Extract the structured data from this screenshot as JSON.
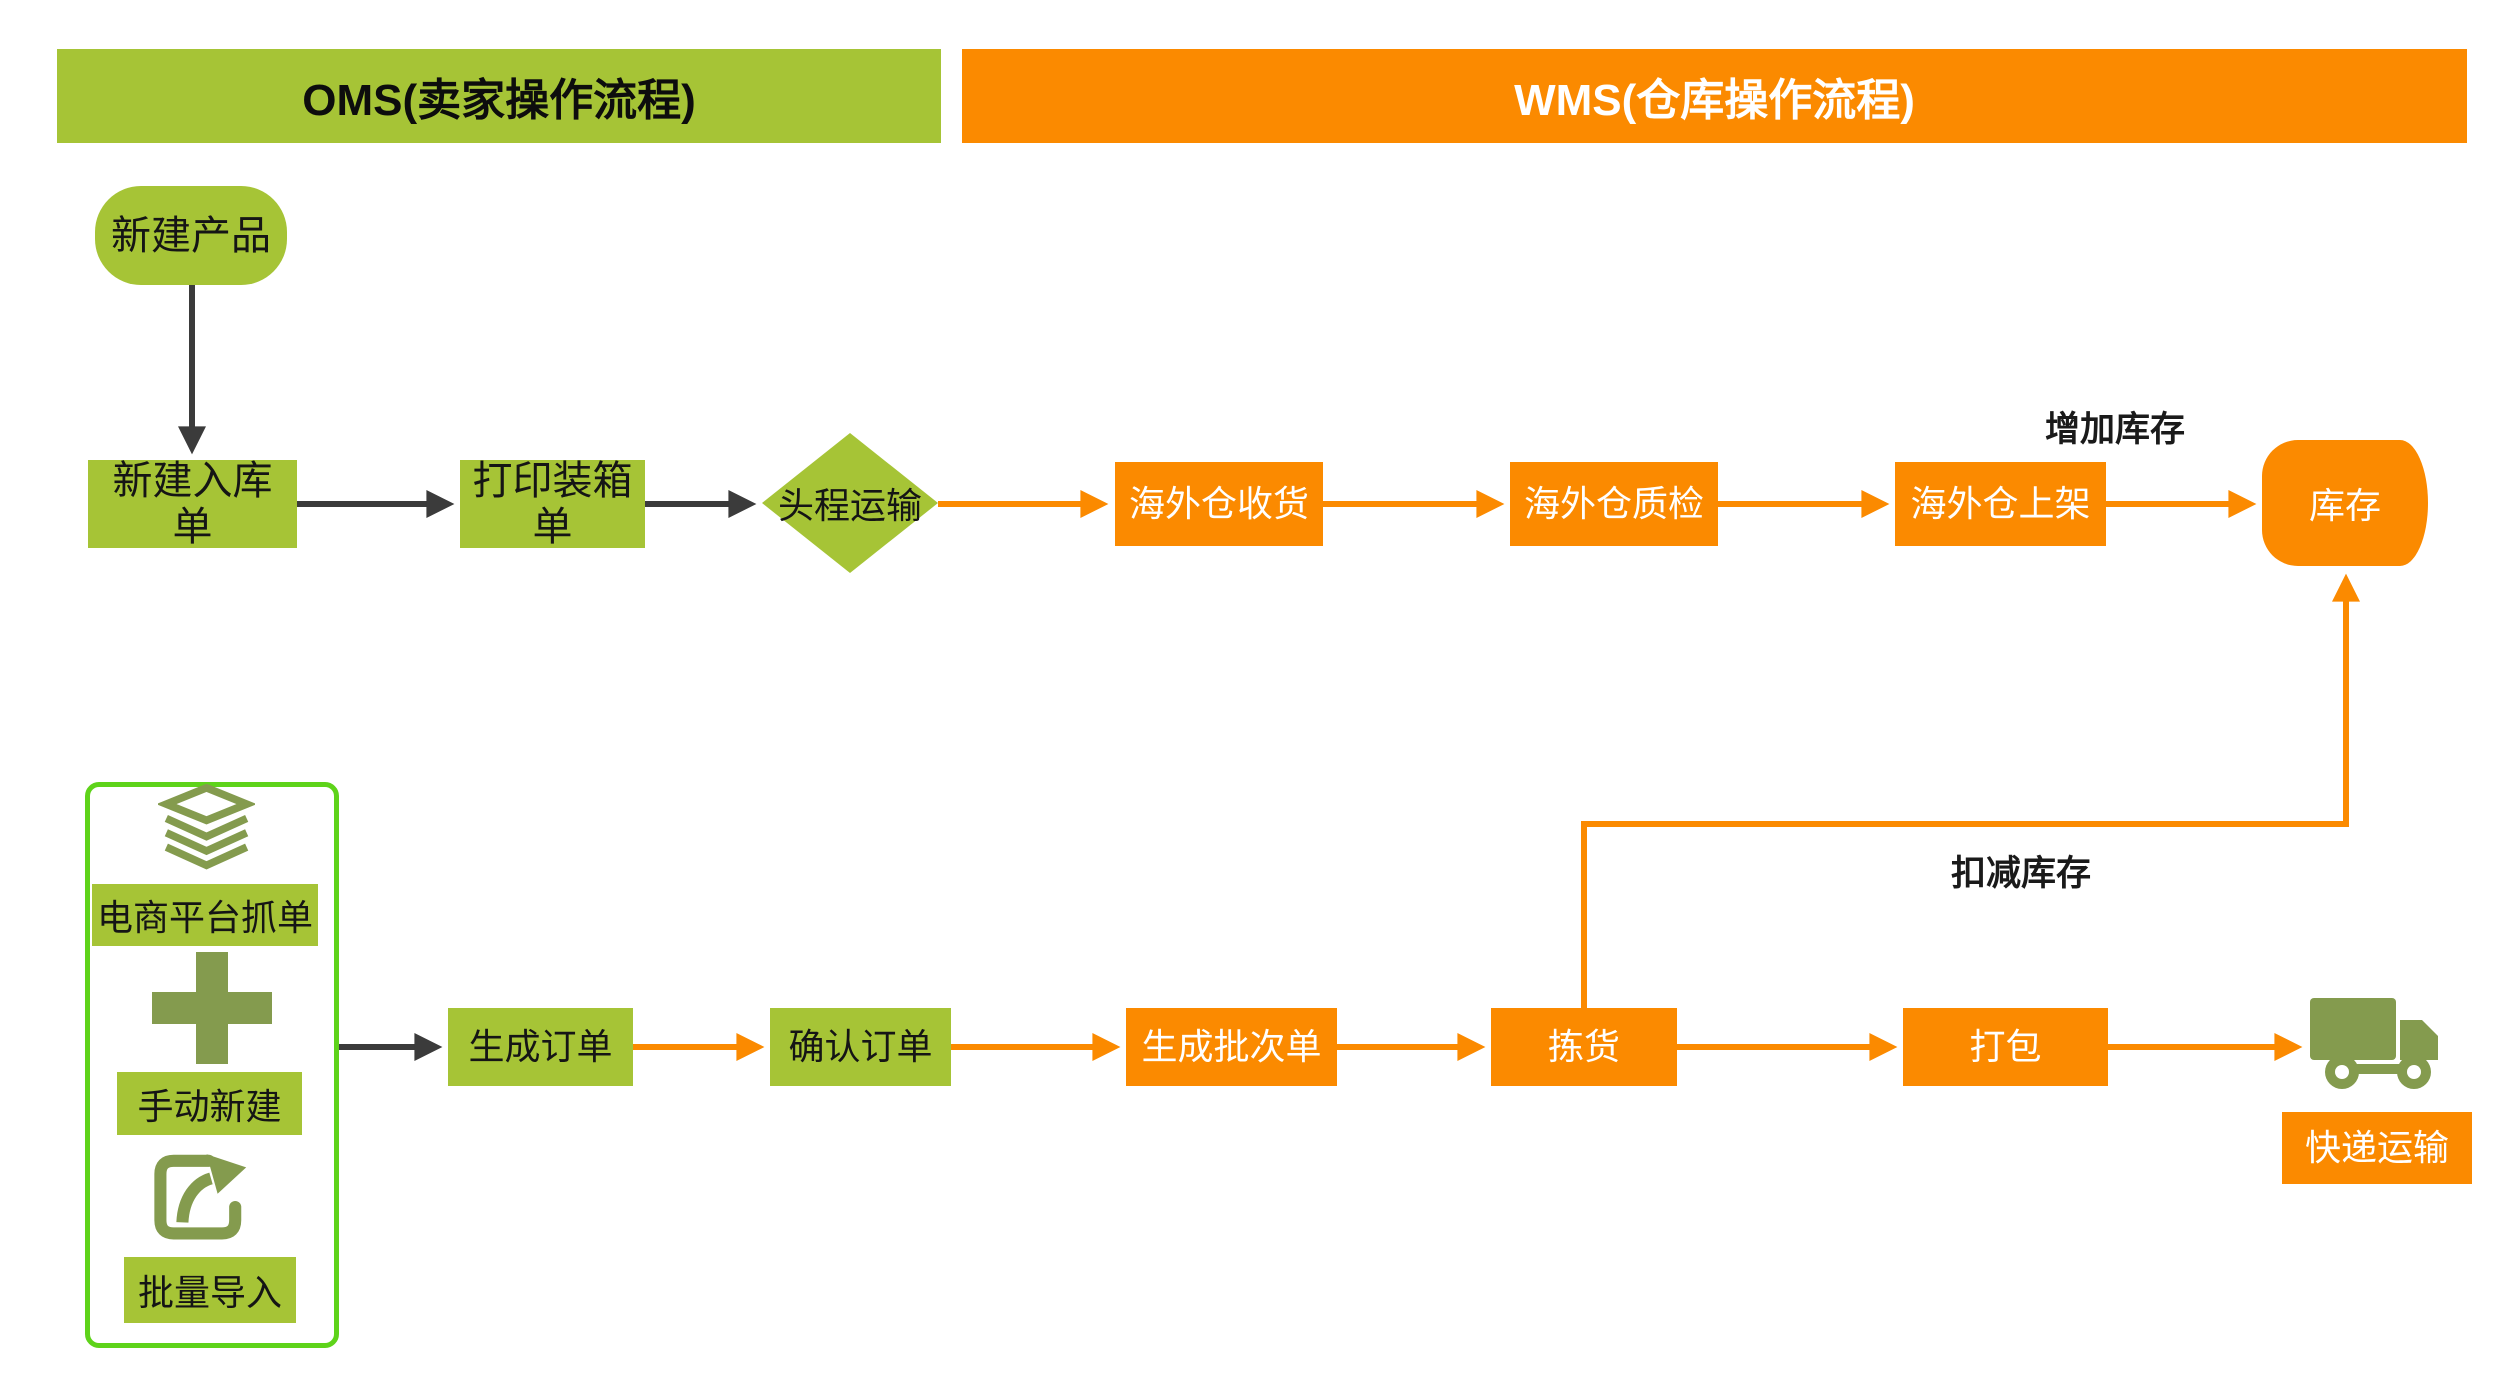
{
  "header": {
    "oms_title": "OMS(卖家操作流程)",
    "wms_title": "WMS(仓库操作流程)"
  },
  "colors": {
    "green": "#A6C436",
    "orange": "#FB8A00",
    "olive": "#849B4E",
    "border_green": "#5ED31A",
    "arrow_dark": "#3B3B3B"
  },
  "top_row": {
    "new_product": "新建产品",
    "create_inbound_order": "新建入库单",
    "print_packing_list": "打印装箱单",
    "first_leg_transport": "头程运输",
    "overseas_warehouse_receive": "海外仓收货",
    "overseas_warehouse_qc": "海外仓质检",
    "overseas_warehouse_shelve": "海外仓上架",
    "inventory": "库存",
    "increase_inventory": "增加库存"
  },
  "bottom_row": {
    "ecommerce_platform_grab": "电商平台抓单",
    "manual_create": "手动新建",
    "batch_import": "批量导入",
    "generate_order": "生成订单",
    "confirm_order": "确认订单",
    "generate_batch_order": "生成批次单",
    "pick": "拣货",
    "pack": "打包",
    "express_transport": "快递运输",
    "deduct_inventory": "扣减库存"
  }
}
